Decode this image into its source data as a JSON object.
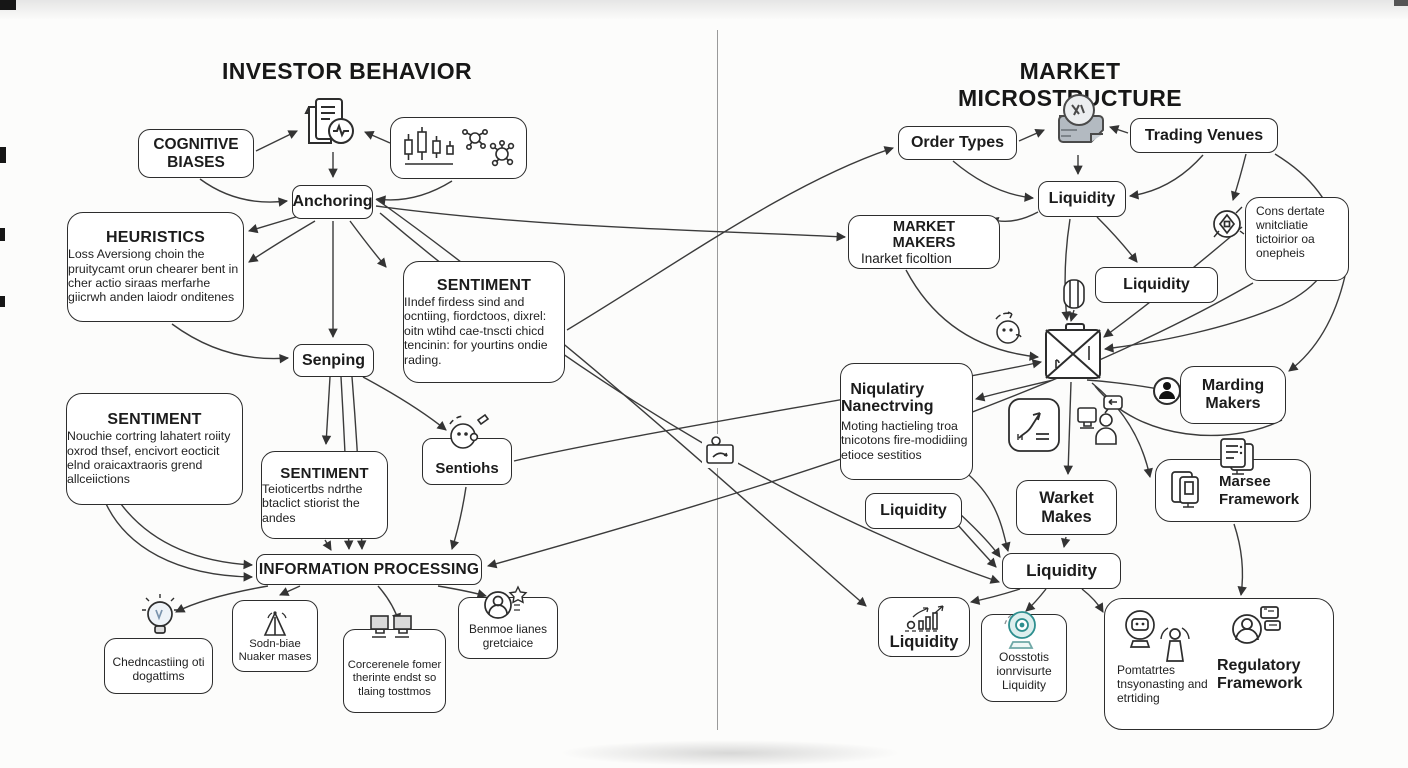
{
  "titles": {
    "left": "INVESTOR BEHAVIOR",
    "right": "MARKET MICROSTRUCTURE"
  },
  "left": {
    "cognitive_biases": "COGNITIVE\nBIASES",
    "anchoring": "Anchoring",
    "heuristics_title": "HEURISTICS",
    "heuristics_body": "Loss Aversiong choin the pruitycamt orun chearer bent in cher actio siraas merfarhe giicrwh anden laiodr onditenes",
    "senping": "Senping",
    "sentiment_center_title": "SENTIMENT",
    "sentiment_center_body": "IIndef firdess sind and ocntiing, fiordctoos, dixrel: oitn wtihd cae-tnscti chicd tencinin: for yourtins ondie rading.",
    "sentiment_left_title": "SENTIMENT",
    "sentiment_left_body": "Nouchie cortring lahatert roiity oxrod thsef, encivort eocticit elnd oraicaxtraoris grend allceiictions",
    "sentiment_mid_title": "SENTIMENT",
    "sentiment_mid_body": "Teioticertbs ndrthe btaclict stiorist the andes",
    "sentiohs": "Sentiohs",
    "info_processing": "INFORMATION PROCESSING",
    "bulb_box": "Chedncastiing oti dogattims",
    "tower_box": "Sodn-biae Nuaker mases",
    "computers_box": "Corcerenele fomer therinte endst so tlaing tosttmos",
    "person_box": "Benmoe lianes gretciaice"
  },
  "right": {
    "order_types": "Order Types",
    "trading_venues": "Trading Venues",
    "liquidity": "Liquidity",
    "market_makers_title": "MARKET MAKERS",
    "market_makers_sub": "Inarket ficoltion",
    "cons_box": "Cons dertate wnitcliatie tictoirior oa onepheis",
    "niqulatiry_title": "Niqulatiry\nNanectrving",
    "niqulatiry_body": "Moting hactieling troa tnicotons fire-modidiing etioce sestitios",
    "marding_makers": "Marding\nMakers",
    "warket_makes": "Warket\nMakes",
    "marsee": "Marsee\nFramework",
    "oosstotis": "Oosstotis ionrvisurte Liquidity",
    "pomtartes": "Pomtatrtes tnsyonasting and etrtiding",
    "regulatory": "Regulatory\nFramework"
  },
  "icons": {
    "document-plus-icon": "stacked documents with pulse circle",
    "chart-network-icon": "candlestick chart with molecule networks",
    "face-sketch-icon": "face with dashed halo and pencil",
    "lightbulb-icon": "glowing lightbulb",
    "broadcast-tower-icon": "antenna tower",
    "computers-icon": "two desktop monitors",
    "person-star-icon": "person badge with star",
    "exchange-hub-icon": "gray folder with circular-arrows dial",
    "compass-icon": "compass with diamond needle",
    "barrel-icon": "small barrel",
    "face-arrow-icon": "face with curved arrow",
    "crate-x-icon": "crate with X straps",
    "chart-up-icon": "rounded square rising chart",
    "person-monitor-icon": "person with monitor and speech bubble",
    "person-badge-icon": "filled person in circle",
    "documents-icon": "document pair with lines",
    "bar-growth-icon": "bar chart with up arrows",
    "lens-teal-icon": "teal lens camera figure",
    "robot-head-icon": "robot head in circle",
    "person-arcs-icon": "person with radiating arcs",
    "person-cards-icon": "person with id cards",
    "person-doc-mini-icon": "tiny person with document"
  },
  "colors": {
    "line": "#3b3b3b",
    "box_border": "#2d2d2d",
    "hub_gray": "#b3bac1",
    "teal": "#2e8f8f",
    "background": "#fcfcfb"
  }
}
